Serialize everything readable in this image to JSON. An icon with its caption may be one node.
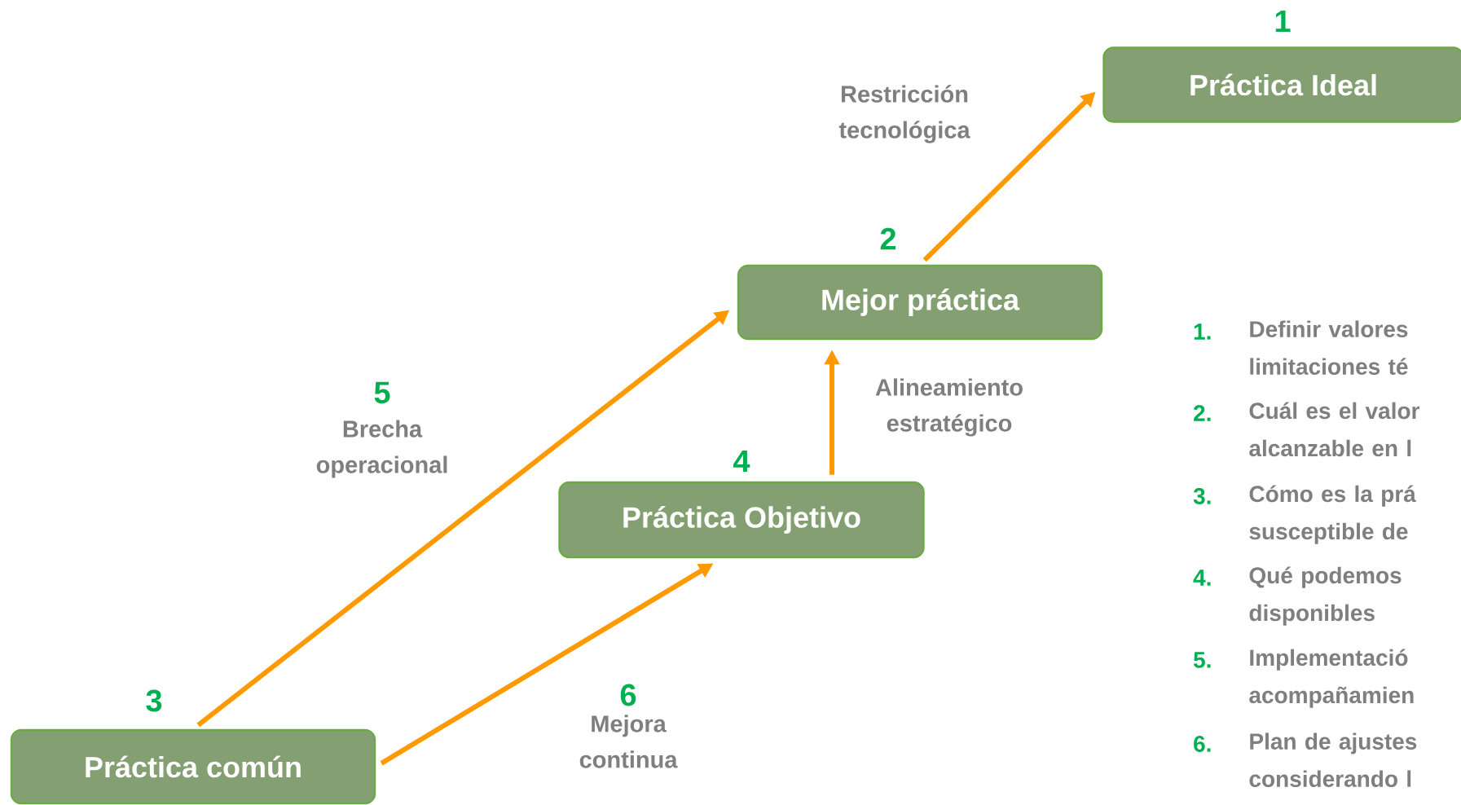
{
  "diagram": {
    "nodes": [
      {
        "text": [
          "Práctica Ideal"
        ],
        "beside": [
          "1"
        ]
      },
      {
        "text": [
          "Mejor práctica"
        ],
        "beside": [
          "2"
        ]
      },
      {
        "text": [
          "Práctica Objetivo"
        ],
        "beside": [
          "4"
        ]
      },
      {
        "text": [
          "Práctica común"
        ],
        "beside": [
          "3"
        ]
      }
    ],
    "edges": [
      {
        "from": 1,
        "to": 0,
        "arrow": "to",
        "label": "Restricción tecnológica"
      },
      {
        "from": 3,
        "to": 1,
        "arrow": "to",
        "label": "Brecha operacional"
      },
      {
        "from": 2,
        "to": 1,
        "arrow": "to",
        "label": "Alineamiento estratégico"
      },
      {
        "from": 3,
        "to": 2,
        "arrow": "to",
        "label": "Mejora continua"
      }
    ],
    "labels": [
      "5",
      "6",
      "1.",
      "Definir valores limitaciones té",
      "2.",
      "Cuál es el valor alcanzable en l",
      "3.",
      "Cómo es la prá susceptible de",
      "4.",
      "Qué podemos disponibles",
      "5.",
      "Implementació acompañamien",
      "6.",
      "Plan de ajustes considerando l"
    ]
  }
}
